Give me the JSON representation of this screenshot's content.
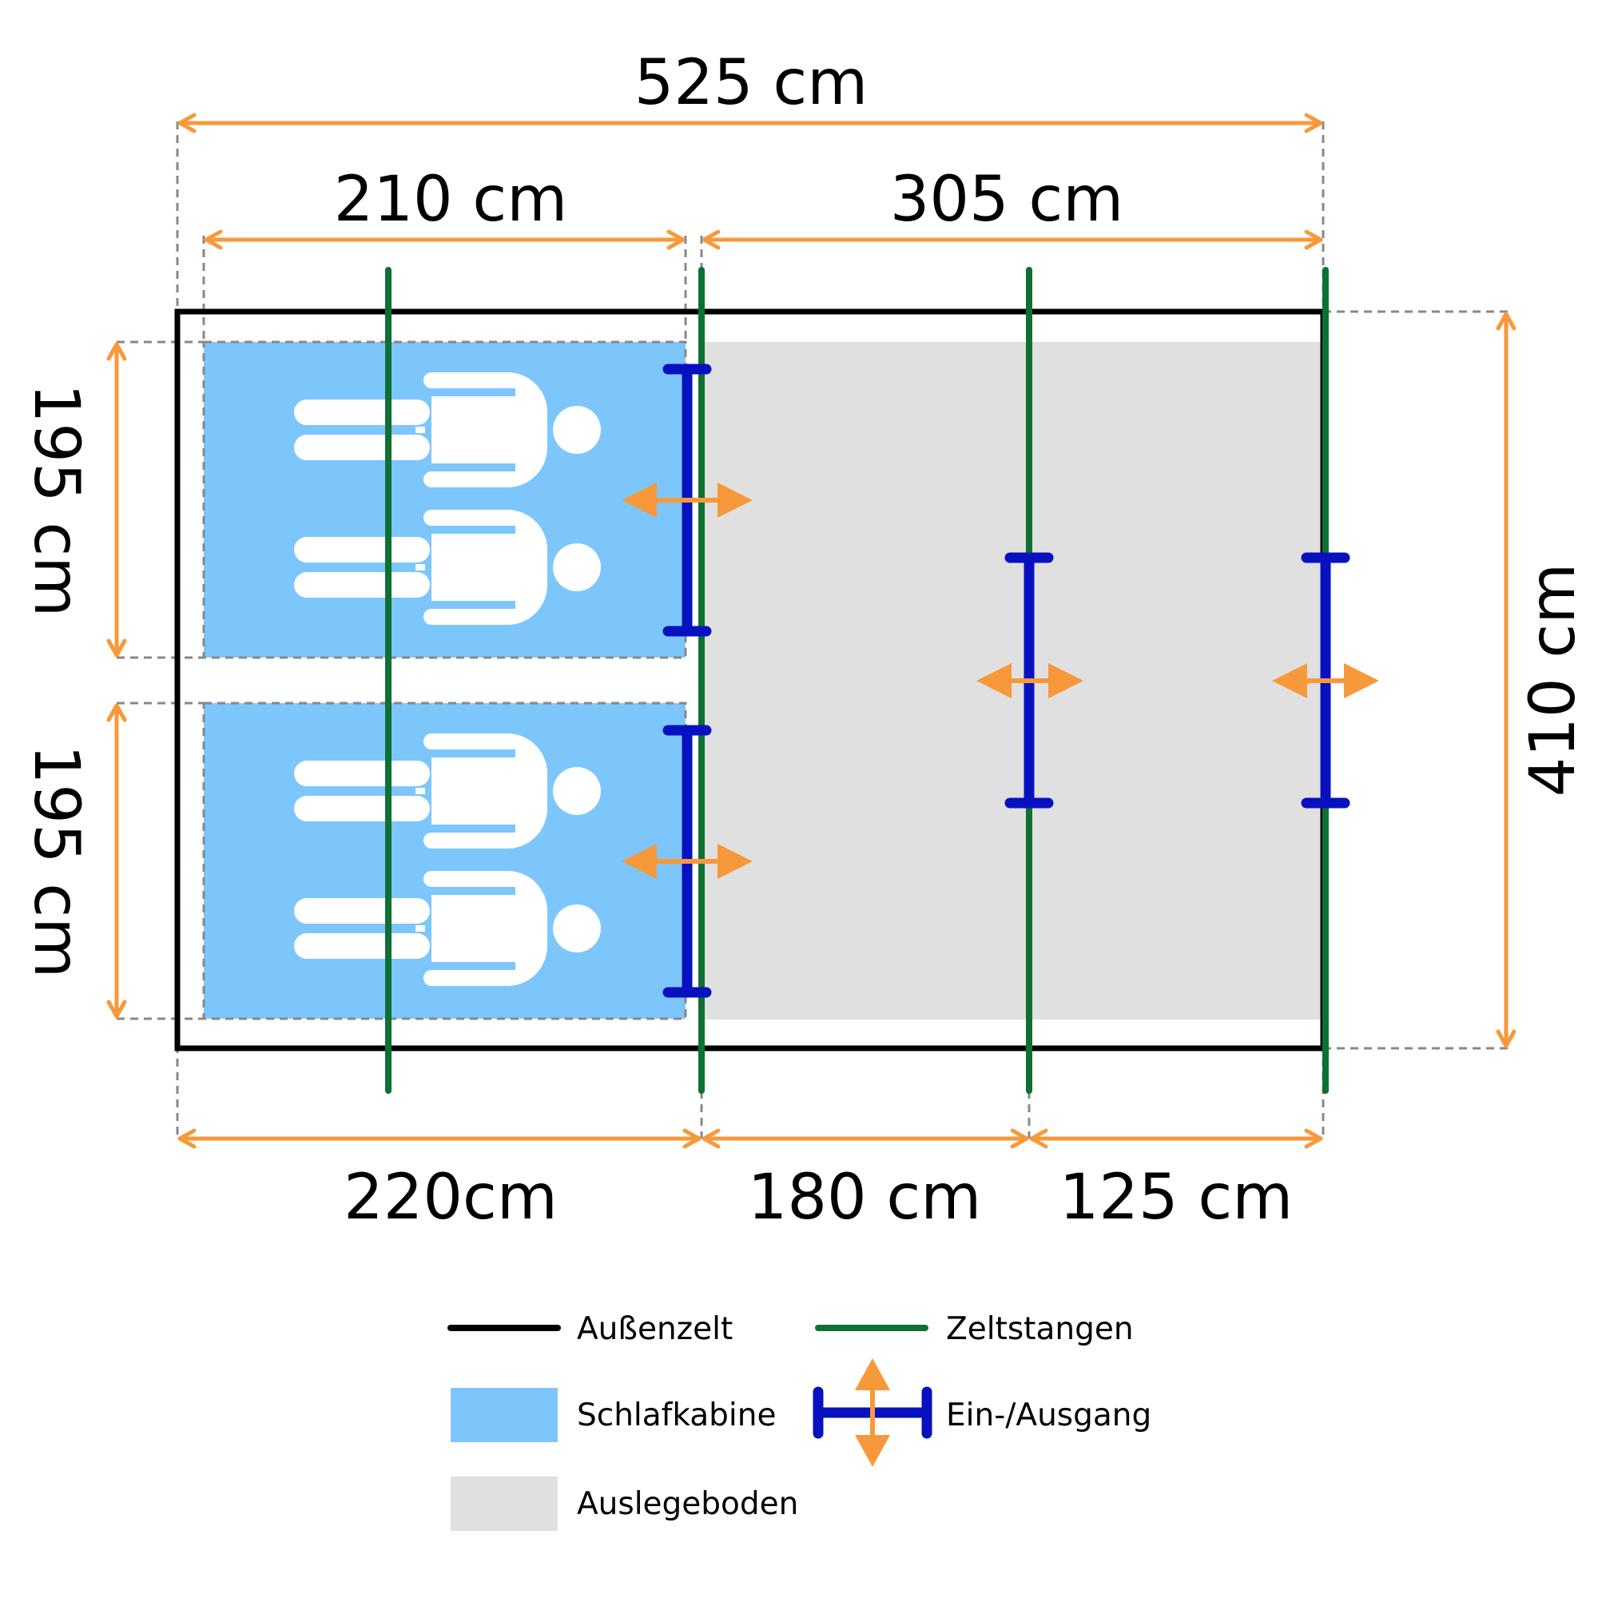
{
  "colors": {
    "outer_tent": "#000000",
    "poles": "#0e7033",
    "sleeping_cabin": "#7dc6fc",
    "floor": "#e0e0e0",
    "entrance": "#0711bf",
    "dimension": "#f7993a",
    "guide": "#888888",
    "person": "#ffffff"
  },
  "dimensions": {
    "total_width": "525 cm",
    "cabin_width": "210 cm",
    "living_width": "305 cm",
    "section_1": "220cm",
    "section_2": "180 cm",
    "section_3": "125 cm",
    "cabin_top_depth": "195 cm",
    "cabin_bottom_depth": "195 cm",
    "total_depth": "410 cm"
  },
  "legend": {
    "outer_tent": "Außenzelt",
    "poles": "Zeltstangen",
    "sleeping_cabin": "Schlafkabine",
    "entrance": "Ein-/Ausgang",
    "floor": "Auslegeboden"
  },
  "icons": {
    "person": "person-lying-icon",
    "entrance": "entrance-icon",
    "double_arrow": "double-arrow-icon"
  }
}
